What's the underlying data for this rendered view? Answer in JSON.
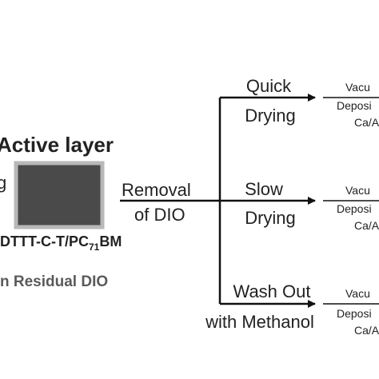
{
  "diagram": {
    "active_layer_title": "Active layer",
    "cut_label": "g",
    "material_main": "DTTT-C-T/PC",
    "material_sub": "71",
    "material_tail": "BM",
    "residual_label": "n Residual DIO",
    "removal_line1": "Removal",
    "removal_line2": "of DIO",
    "branches": [
      {
        "line1": "Quick",
        "line2": "Drying"
      },
      {
        "line1": "Slow",
        "line2": "Drying"
      },
      {
        "line1": "Wash Out",
        "line2": "with Methanol"
      }
    ],
    "outputs": [
      {
        "line1": "Vacu",
        "line2": "Deposi",
        "line3": "Ca/A"
      },
      {
        "line1": "Vacu",
        "line2": "Deposi",
        "line3": "Ca/A"
      },
      {
        "line1": "Vacu",
        "line2": "Deposi",
        "line3": "Ca/A"
      }
    ]
  },
  "colors": {
    "box_fill": "#4a4a4a",
    "box_border": "#b8b8b8",
    "line": "#111111",
    "residual_text": "#5a5a5a"
  }
}
